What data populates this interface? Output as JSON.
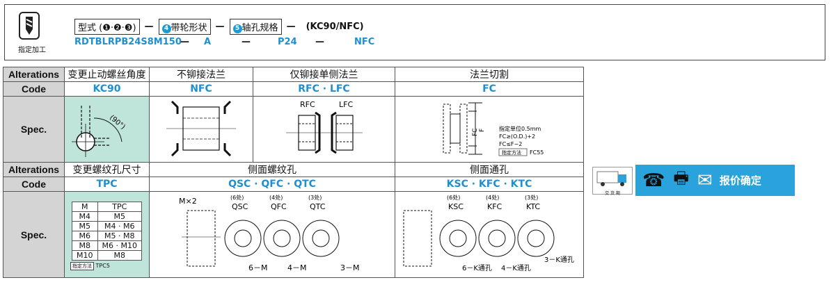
{
  "header": {
    "drill_caption": "指定加工",
    "parts": [
      {
        "circle": "",
        "text": "型式",
        "tail": "(❶·❷·❸)"
      },
      {
        "circle": "4",
        "text": "带轮形状"
      },
      {
        "circle": "5",
        "text": "轴孔规格"
      }
    ],
    "last_part": "(KC90/NFC)",
    "example": [
      "RDTBLRPB24S8M150",
      "A",
      "P24",
      "NFC"
    ]
  },
  "table": {
    "row_label_alt": "Alterations",
    "row_label_code": "Code",
    "row_label_spec": "Spec.",
    "section1": {
      "alterations": [
        "变更止动螺丝角度",
        "不铆接法兰",
        "仅铆接单侧法兰",
        "法兰切割"
      ],
      "codes": [
        "KC90",
        "NFC",
        "RFC · LFC",
        "FC"
      ],
      "kc90_angle": "(90°)",
      "rfc_labels": [
        "RFC",
        "LFC"
      ],
      "fc_notes": [
        "指定单位0.5mm",
        "FC≥(O.D.)+2",
        "FC≤F−2"
      ],
      "fc_tag": "指定方法",
      "fc_code": "FC55",
      "fc_dim": [
        "FC",
        "F"
      ]
    },
    "section2": {
      "alterations": [
        "变更螺纹孔尺寸",
        "侧面螺纹孔",
        "侧面通孔"
      ],
      "codes": [
        "TPC",
        "QSC · QFC · QTC",
        "KSC · KFC · KTC"
      ],
      "tpc_table": {
        "headers": [
          "M",
          "TPC"
        ],
        "rows": [
          [
            "M4",
            "M5"
          ],
          [
            "M5",
            "M4 · M6"
          ],
          [
            "M6",
            "M5 · M8"
          ],
          [
            "M8",
            "M6 · M10"
          ],
          [
            "M10",
            "M8"
          ]
        ]
      },
      "tpc_tag": "指定方法",
      "tpc_code": "TPC5",
      "q_mx2": "M×2",
      "q_counts": [
        "(6处)",
        "(4处)",
        "(3处)"
      ],
      "q_codes": [
        "QSC",
        "QFC",
        "QTC"
      ],
      "q_bottom": [
        "6－M",
        "4－M",
        "3－M"
      ],
      "k_counts": [
        "(6处)",
        "(4处)",
        "(3处)"
      ],
      "k_codes": [
        "KSC",
        "KFC",
        "KTC"
      ],
      "k_bottom": [
        "6－K通孔",
        "4－K通孔",
        "3－K通孔"
      ]
    }
  },
  "side": {
    "truck_caption": "交 货 期",
    "quote": "报价确定"
  }
}
